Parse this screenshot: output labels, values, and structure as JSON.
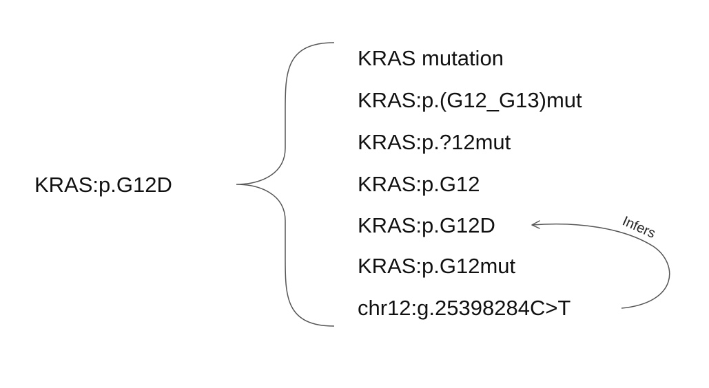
{
  "source_variant": "KRAS:p.G12D",
  "variants": [
    "KRAS mutation",
    "KRAS:p.(G12_G13)mut",
    "KRAS:p.?12mut",
    "KRAS:p.G12",
    "KRAS:p.G12D",
    "KRAS:p.G12mut",
    "chr12:g.25398284C>T"
  ],
  "arrow_label": "Infers",
  "colors": {
    "text": "#111111",
    "line": "#555555"
  }
}
